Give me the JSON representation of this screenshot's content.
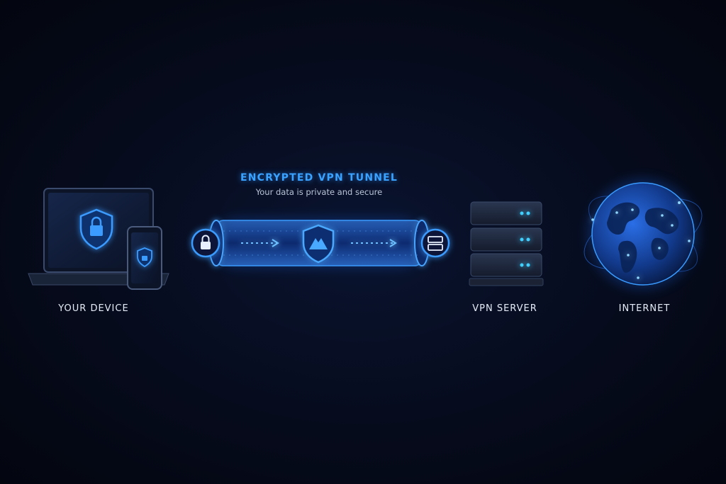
{
  "tunnel": {
    "title": "ENCRYPTED VPN TUNNEL",
    "subtitle": "Your data is private and secure"
  },
  "nodes": {
    "device": {
      "label": "YOUR DEVICE"
    },
    "server": {
      "label": "VPN SERVER"
    },
    "internet": {
      "label": "INTERNET"
    }
  },
  "colors": {
    "accent": "#2f8cff",
    "glow": "#1e6fff",
    "background": "#050a18",
    "server_led": "#3fd0ff"
  },
  "icons": [
    "shield-lock-icon",
    "lock-icon",
    "vpn-shield-icon",
    "server-icon",
    "globe-icon",
    "arrow-right-icon"
  ]
}
